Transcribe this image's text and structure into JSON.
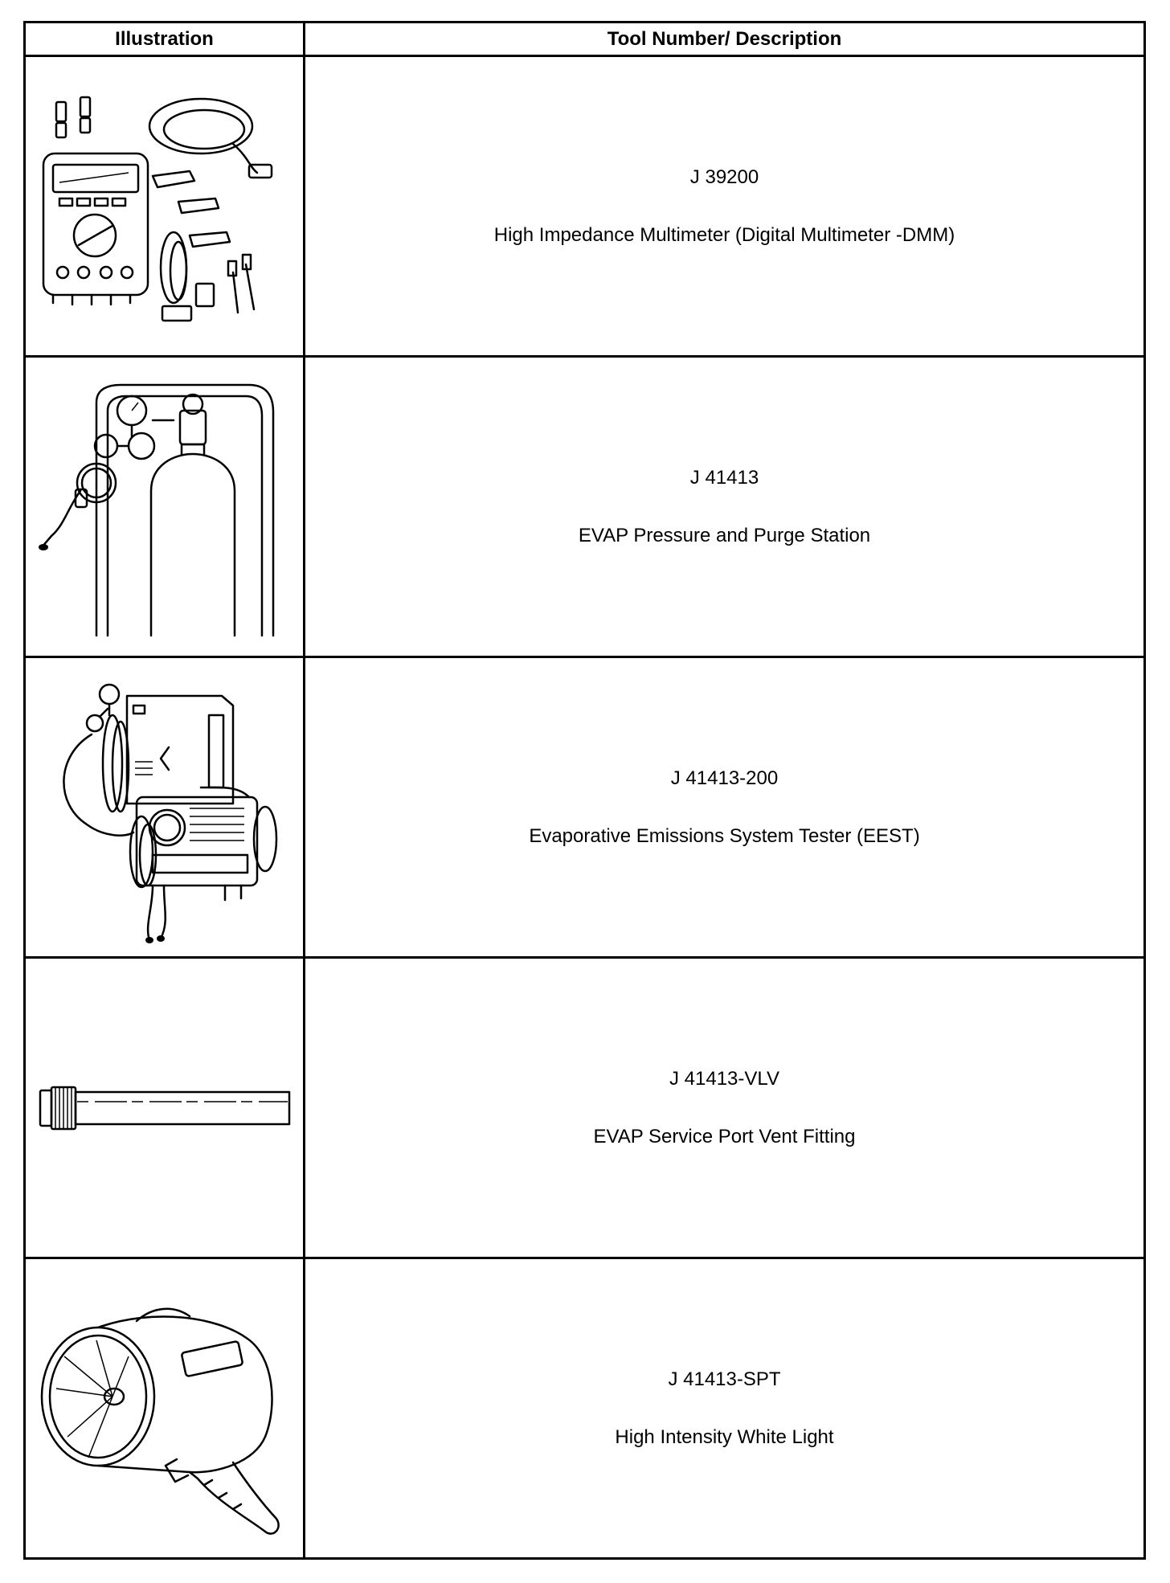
{
  "table": {
    "headers": {
      "illustration": "Illustration",
      "tool": "Tool Number/ Description"
    },
    "rows": [
      {
        "number": "J 39200",
        "description": "High Impedance Multimeter (Digital Multimeter -DMM)",
        "illustration_icon": "multimeter-icon"
      },
      {
        "number": "J 41413",
        "description": "EVAP Pressure and Purge Station",
        "illustration_icon": "pressure-purge-station-icon"
      },
      {
        "number": "J 41413-200",
        "description": "Evaporative Emissions System Tester (EEST)",
        "illustration_icon": "emissions-tester-icon"
      },
      {
        "number": "J 41413-VLV",
        "description": "EVAP Service Port Vent Fitting",
        "illustration_icon": "vent-fitting-icon"
      },
      {
        "number": "J 41413-SPT",
        "description": "High Intensity White Light",
        "illustration_icon": "white-light-icon"
      }
    ]
  }
}
